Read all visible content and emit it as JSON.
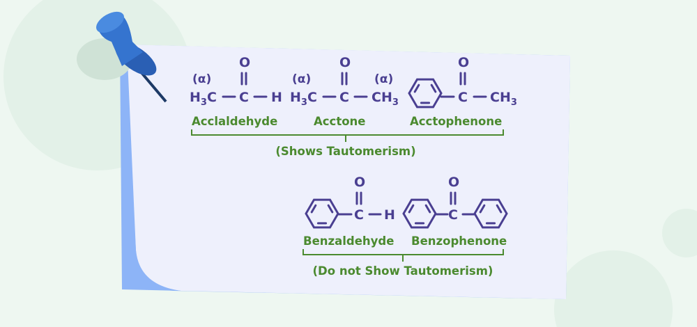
{
  "colors": {
    "molecule": "#4a3f91",
    "label": "#4b8a2f",
    "paper": "#eef0fc",
    "background": "#eef7f1",
    "pin": "#2f6fc4"
  },
  "group1": {
    "alpha": "(α)",
    "oxygen": "O",
    "carbon": "C",
    "hydrogen": "H",
    "methyl_left": {
      "a": "H",
      "sub": "3",
      "b": "C"
    },
    "methyl_right": {
      "a": "CH",
      "sub": "3"
    },
    "names": [
      "Acclaldehyde",
      "Acctone",
      "Acctophenone"
    ],
    "caption": "(Shows Tautomerism)"
  },
  "group2": {
    "oxygen": "O",
    "carbon": "C",
    "hydrogen": "H",
    "names": [
      "Benzaldehyde",
      "Benzophenone"
    ],
    "caption": "(Do not Show Tautomerism)"
  }
}
